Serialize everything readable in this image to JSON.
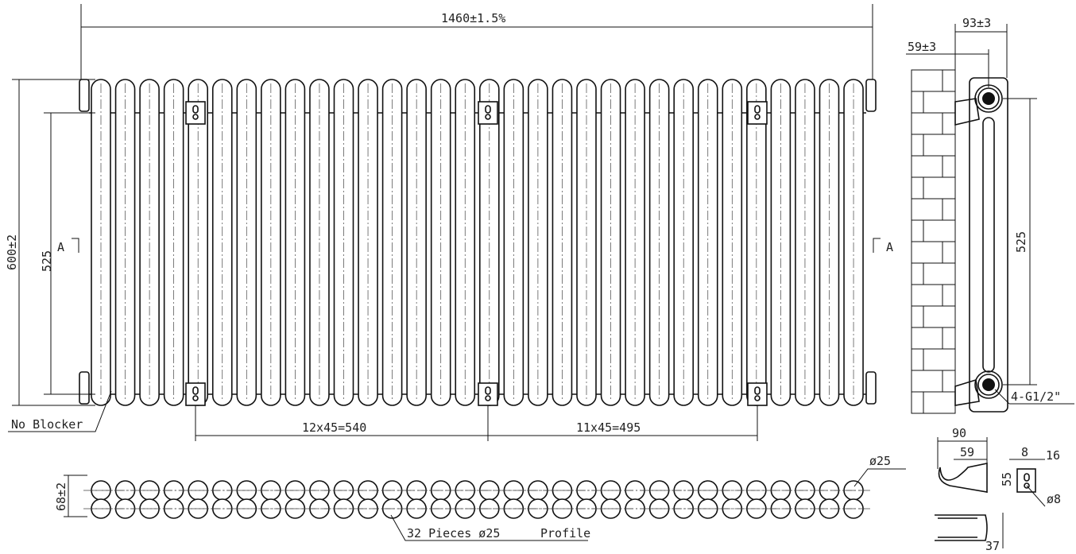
{
  "dimensions": {
    "overall_length": "1460±1.5%",
    "height": "600±2",
    "centres": "525",
    "side_centres": "525",
    "wall_to_centre": "59±3",
    "overall_depth": "93±3",
    "bracket_span_left": "12x45=540",
    "bracket_span_right": "11x45=495",
    "depth_top_view": "68±2",
    "tube_diameter": "ø25",
    "bracket_width": "90",
    "bracket_offset": "59",
    "bracket_hole_spacing": "8",
    "bracket_plate": "16",
    "bracket_height": "55",
    "bracket_hole_dia": "ø8",
    "bracket_depth": "37"
  },
  "labels": {
    "section_left": "A",
    "section_right": "A",
    "no_blocker": "No Blocker",
    "pieces": "32 Pieces ø25",
    "profile": "Profile",
    "connections": "4-G1/2\""
  },
  "colors": {
    "line": "#111111",
    "background": "#ffffff"
  }
}
